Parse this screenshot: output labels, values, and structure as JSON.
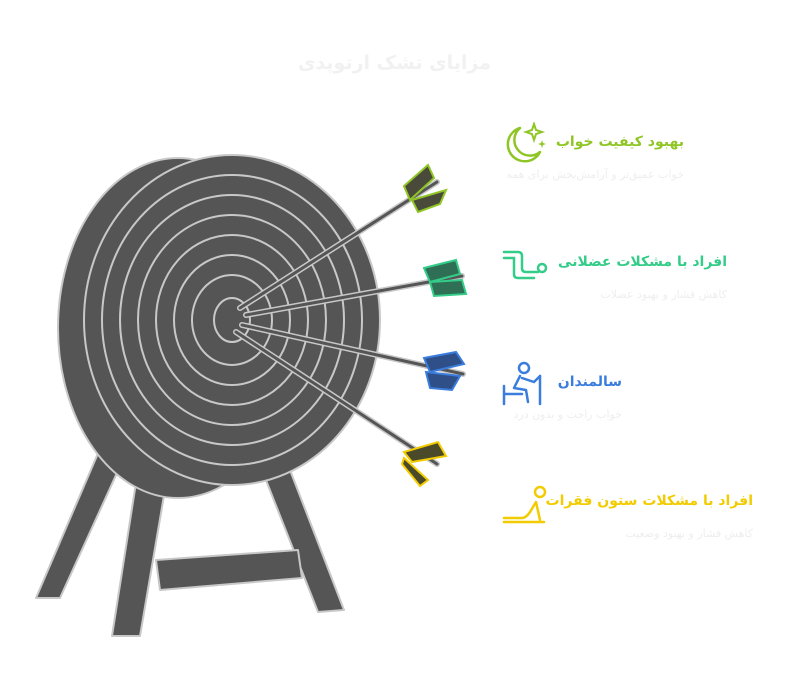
{
  "title": "مزایای تشک ارتوپدی",
  "items": [
    {
      "heading": "بهبود کیفیت خواب",
      "description": "خواب عمیق‌تر و آرامش‌بخش برای همه",
      "color": "#8fc625",
      "icon": "moon-stars-icon"
    },
    {
      "heading": "افراد با مشکلات عضلانی",
      "description": "کاهش فشار و بهبود عضلات",
      "color": "#33cc88",
      "icon": "lying-person-icon"
    },
    {
      "heading": "سالمندان",
      "description": "خواب راحت و بدون درد",
      "color": "#3b7ddd",
      "icon": "seated-elder-icon"
    },
    {
      "heading": "افراد با مشکلات ستون فقرات",
      "description": "کاهش فشار و بهبود وضعیت",
      "color": "#f2cc00",
      "icon": "stretching-person-icon"
    }
  ],
  "colors": {
    "target": "#555555",
    "rings": "#c8c8c8",
    "shaft": "#555555",
    "arrow_fletch_dark": "#4a4a3a"
  }
}
